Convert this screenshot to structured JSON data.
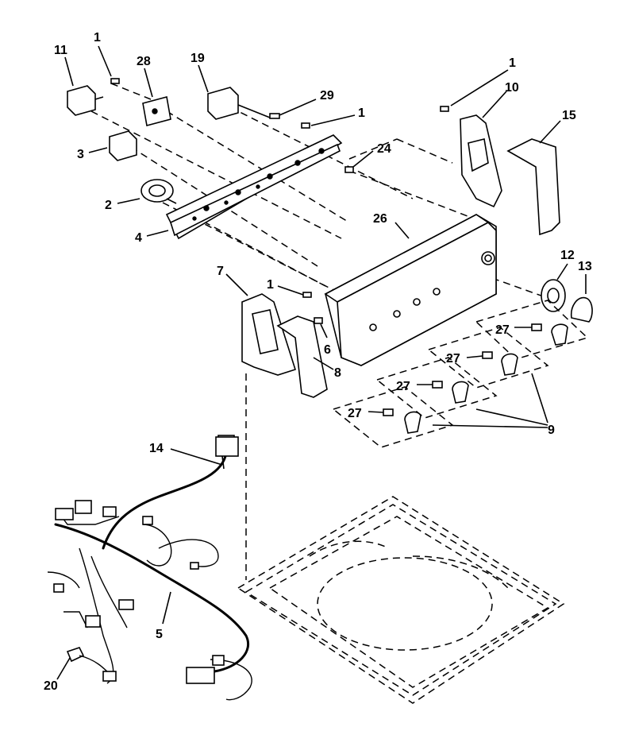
{
  "diagram": {
    "callouts": {
      "c11": "11",
      "c1a": "1",
      "c28": "28",
      "c19": "19",
      "c29": "29",
      "c1b": "1",
      "c3": "3",
      "c24": "24",
      "c2": "2",
      "c4": "4",
      "c1c": "1",
      "c10": "10",
      "c15": "15",
      "c26": "26",
      "c7": "7",
      "c1d": "1",
      "c6": "6",
      "c8": "8",
      "c12": "12",
      "c13": "13",
      "c27a": "27",
      "c27b": "27",
      "c27c": "27",
      "c27d": "27",
      "c9": "9",
      "c14": "14",
      "c5": "5",
      "c20": "20"
    }
  }
}
